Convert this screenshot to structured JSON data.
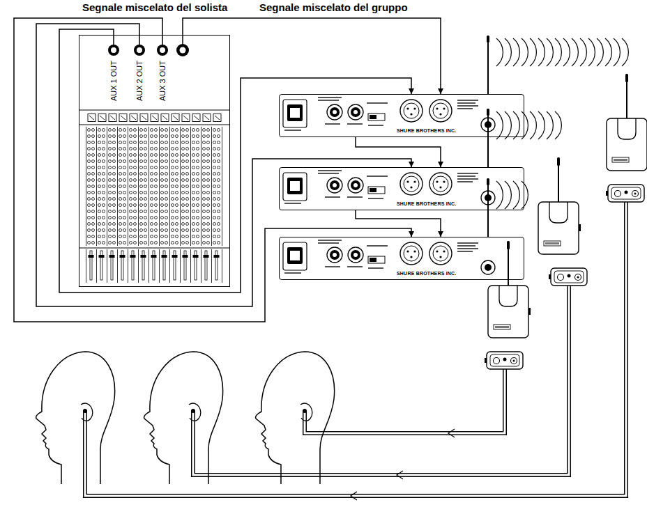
{
  "diagram": {
    "nodes": [
      {
        "text": [
          "AUX 1 OUT",
          "AUX 2 OUT",
          "AUX 3 OUT"
        ]
      },
      {
        "text": [
          "SHURE BROTHERS INC."
        ]
      },
      {
        "text": [
          "SHURE BROTHERS INC."
        ]
      },
      {
        "text": [
          "SHURE BROTHERS INC."
        ]
      }
    ],
    "edges": [
      {
        "from": 0,
        "to": 1,
        "arrow": "to"
      },
      {
        "from": 0,
        "to": 2,
        "arrow": "to"
      },
      {
        "from": 0,
        "to": 3,
        "arrow": "to"
      },
      {
        "from": 0,
        "to": 1,
        "arrow": "to"
      },
      {
        "from": 1,
        "to": 2,
        "arrow": "to"
      },
      {
        "from": 2,
        "to": 3,
        "arrow": "to"
      }
    ],
    "labels": [
      "Segnale miscelato del solista",
      "Segnale miscelato del gruppo"
    ]
  }
}
